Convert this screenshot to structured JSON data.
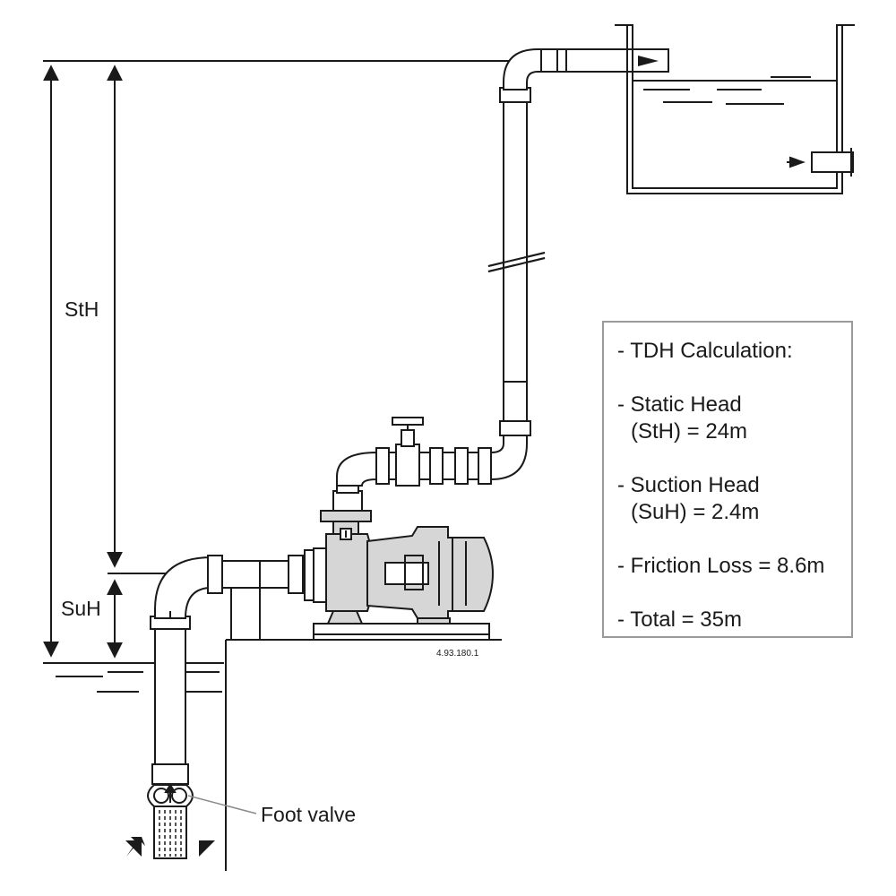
{
  "labels": {
    "static_head": "StH",
    "suction_head": "SuH",
    "foot_valve": "Foot valve",
    "drawing_code": "4.93.180.1"
  },
  "calculation": {
    "title": "- TDH Calculation:",
    "static_head_line1": "- Static Head",
    "static_head_line2": "(StH) = 24m",
    "suction_head_line1": "- Suction Head",
    "suction_head_line2": "(SuH) = 2.4m",
    "friction_loss": "- Friction Loss = 8.6m",
    "total": "- Total = 35m"
  },
  "colors": {
    "line": "#1a1a1a",
    "pump_fill": "#d6d6d6",
    "box_border": "#9a9a9a"
  }
}
